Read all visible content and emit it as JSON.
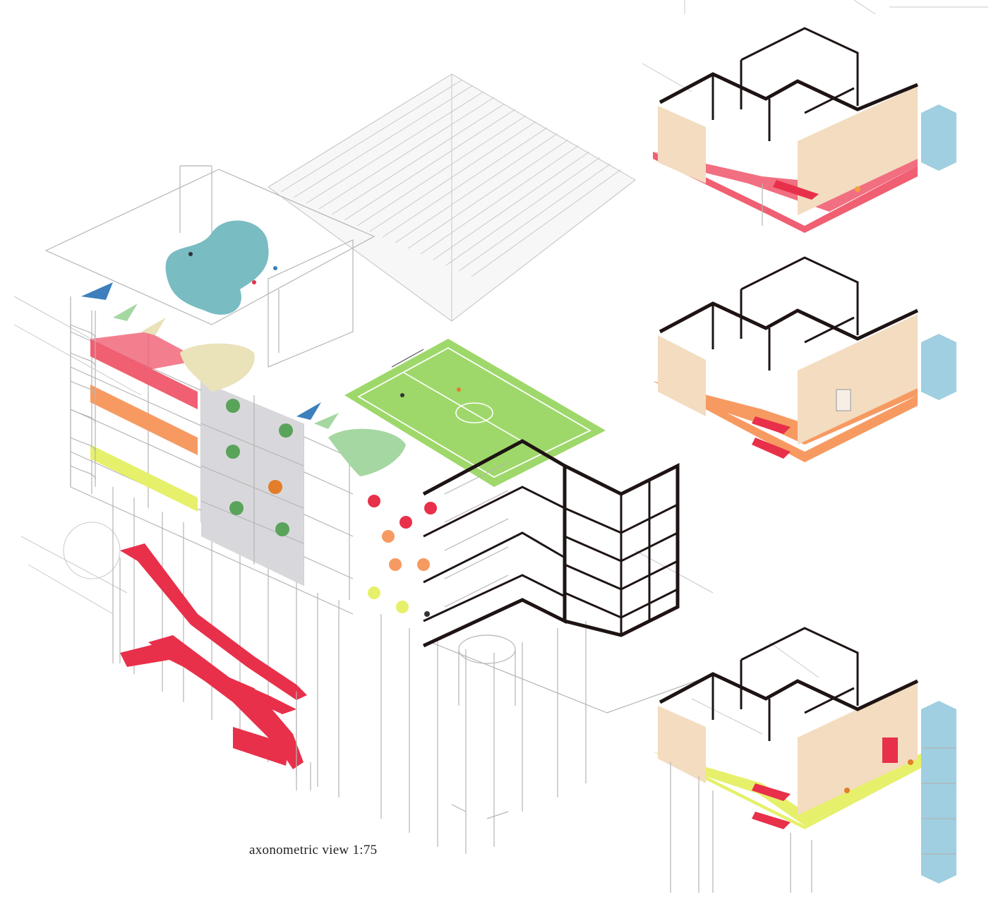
{
  "caption": "axonometric view 1:75",
  "colors": {
    "pink_floor": "#f05f72",
    "orange_floor": "#f79a62",
    "yellow_floor": "#e6f06a",
    "red_stairs": "#e8304a",
    "football_pitch": "#9ed86a",
    "beige_walls": "#f3dcc0",
    "blue_tower": "#9fcfe0",
    "teal_pool": "#79bcc2",
    "wall_black": "#1e1414"
  },
  "elements": {
    "main_building": "main-building-axonometric",
    "roof_canopy": "mesh-roof-canopy",
    "football_field": "rooftop-football-field",
    "rooftop_pool": "rooftop-pool",
    "stair_tower": "spiral-stair",
    "red_stairs": "exploded-red-stairs",
    "unit_top": "floor-unit-pink",
    "unit_mid": "floor-unit-orange",
    "unit_bottom": "floor-unit-yellow"
  }
}
